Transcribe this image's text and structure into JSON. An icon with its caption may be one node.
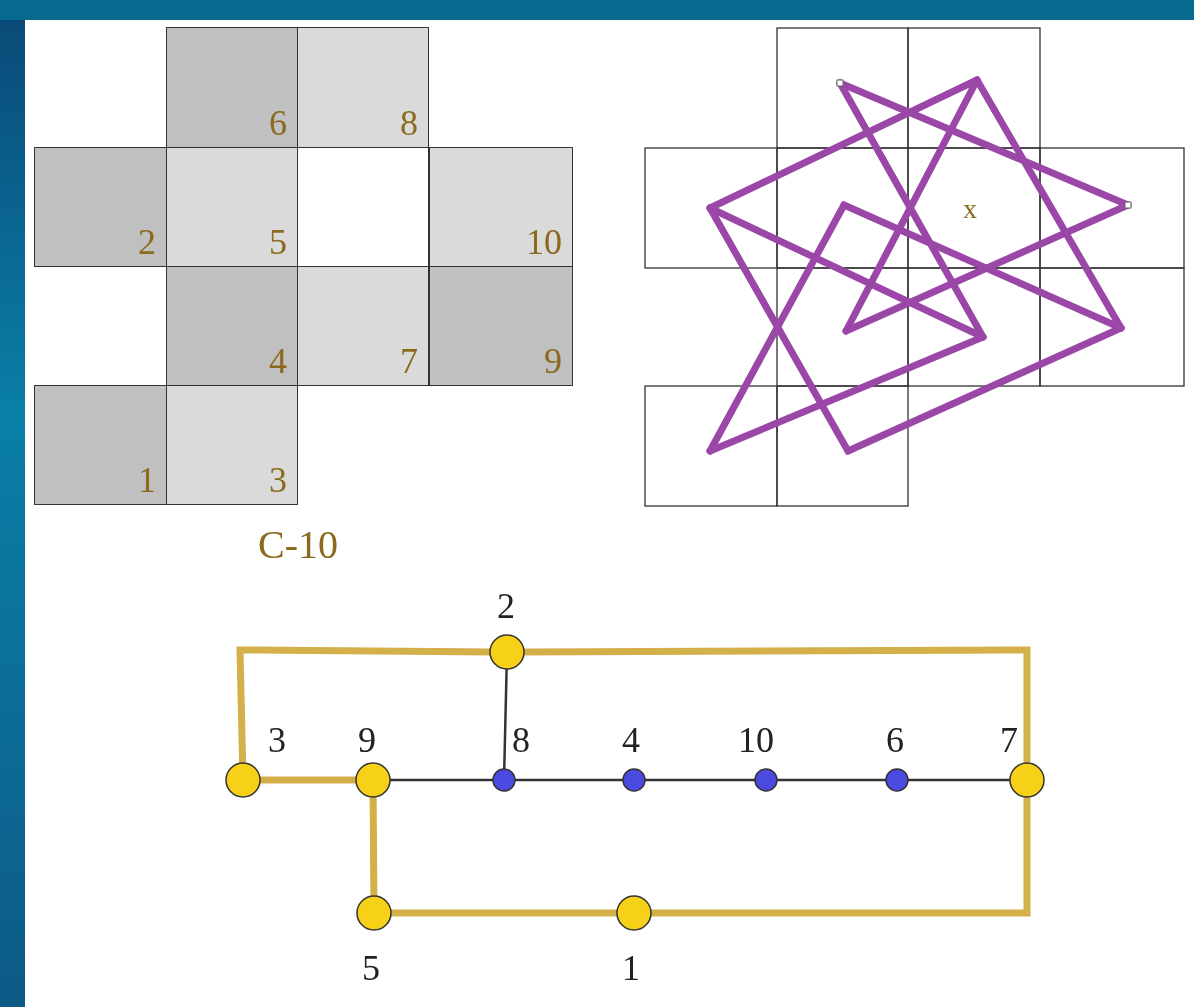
{
  "diagram": {
    "nodes": [
      {
        "text": [
          "6"
        ]
      },
      {
        "text": [
          "8"
        ]
      },
      {
        "text": [
          "2"
        ]
      },
      {
        "text": [
          "5"
        ]
      },
      {
        "text": [],
        "shape": "box"
      },
      {
        "text": [
          "10"
        ]
      },
      {
        "text": [
          "4"
        ]
      },
      {
        "text": [
          "7"
        ]
      },
      {
        "text": [
          "9"
        ]
      },
      {
        "text": [
          "1"
        ]
      },
      {
        "text": [
          "3"
        ]
      },
      {
        "text": [],
        "shape": "circle",
        "beside": [
          "2"
        ]
      },
      {
        "text": [],
        "shape": "circle",
        "beside": [
          "3"
        ]
      },
      {
        "text": [],
        "shape": "circle",
        "beside": [
          "9"
        ]
      },
      {
        "text": [],
        "shape": "circle",
        "beside": [
          "8"
        ]
      },
      {
        "text": [],
        "shape": "circle",
        "beside": [
          "4"
        ]
      },
      {
        "text": [],
        "shape": "circle",
        "beside": [
          "10"
        ]
      },
      {
        "text": [],
        "shape": "circle",
        "beside": [
          "6"
        ]
      },
      {
        "text": [],
        "shape": "circle",
        "beside": [
          "7"
        ]
      },
      {
        "text": [],
        "shape": "circle",
        "beside": [
          "5"
        ]
      },
      {
        "text": [],
        "shape": "circle",
        "beside": [
          "1"
        ]
      }
    ],
    "edges": [
      {
        "from": 12,
        "to": 11,
        "arrow": "none",
        "style": "thick",
        "color": "#d4b04a"
      },
      {
        "from": 11,
        "to": 18,
        "arrow": "none",
        "style": "thick",
        "color": "#d4b04a"
      },
      {
        "from": 12,
        "to": 13,
        "arrow": "none",
        "style": "thick",
        "color": "#d4b04a"
      },
      {
        "from": 13,
        "to": 19,
        "arrow": "none",
        "style": "thick",
        "color": "#d4b04a"
      },
      {
        "from": 19,
        "to": 20,
        "arrow": "none",
        "style": "thick",
        "color": "#d4b04a"
      },
      {
        "from": 20,
        "to": 18,
        "arrow": "none",
        "style": "thick",
        "color": "#d4b04a"
      },
      {
        "from": 13,
        "to": 14,
        "arrow": "none",
        "color": "#333333"
      },
      {
        "from": 14,
        "to": 11,
        "arrow": "none",
        "color": "#333333"
      },
      {
        "from": 14,
        "to": 15,
        "arrow": "none",
        "color": "#333333"
      },
      {
        "from": 15,
        "to": 16,
        "arrow": "none",
        "color": "#333333"
      },
      {
        "from": 16,
        "to": 17,
        "arrow": "none",
        "color": "#333333"
      },
      {
        "from": 17,
        "to": 18,
        "arrow": "none",
        "color": "#333333"
      }
    ],
    "labels": [
      "x",
      "C-10"
    ]
  }
}
